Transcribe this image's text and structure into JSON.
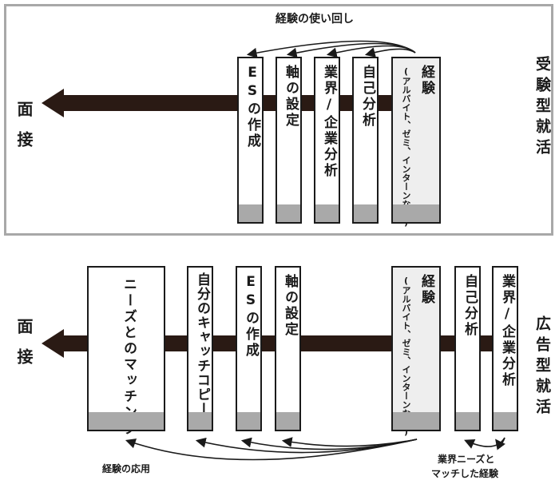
{
  "top": {
    "side_label": "受験型就活",
    "interview_label": "面接",
    "arrow_label": "経験の使い回し",
    "cards": [
      {
        "text": "ESの作成"
      },
      {
        "text": "軸の設定"
      },
      {
        "text": "業界/企業分析"
      },
      {
        "text": "自己分析"
      },
      {
        "text": "経験",
        "note": "(アルバイト、ゼミ、インターンなど)"
      }
    ]
  },
  "bottom": {
    "side_label": "広告型就活",
    "interview_label": "面接",
    "arrow_label_left": "経験の応用",
    "arrow_label_right_1": "業界ニーズと",
    "arrow_label_right_2": "マッチした経験",
    "cards": [
      {
        "text": "ニーズとのマッチング"
      },
      {
        "text": "自分のキャッチコピー"
      },
      {
        "text": "ESの作成"
      },
      {
        "text": "軸の設定"
      },
      {
        "text": "経験",
        "note": "(アルバイト、ゼミ、インターンなど)"
      },
      {
        "text": "自己分析"
      },
      {
        "text": "業界/企業分析"
      }
    ]
  },
  "colors": {
    "bar": "#2a1a14",
    "frame": "#a8a8a8",
    "foot": "#a9a9a9",
    "ink": "#1a1a1a"
  }
}
